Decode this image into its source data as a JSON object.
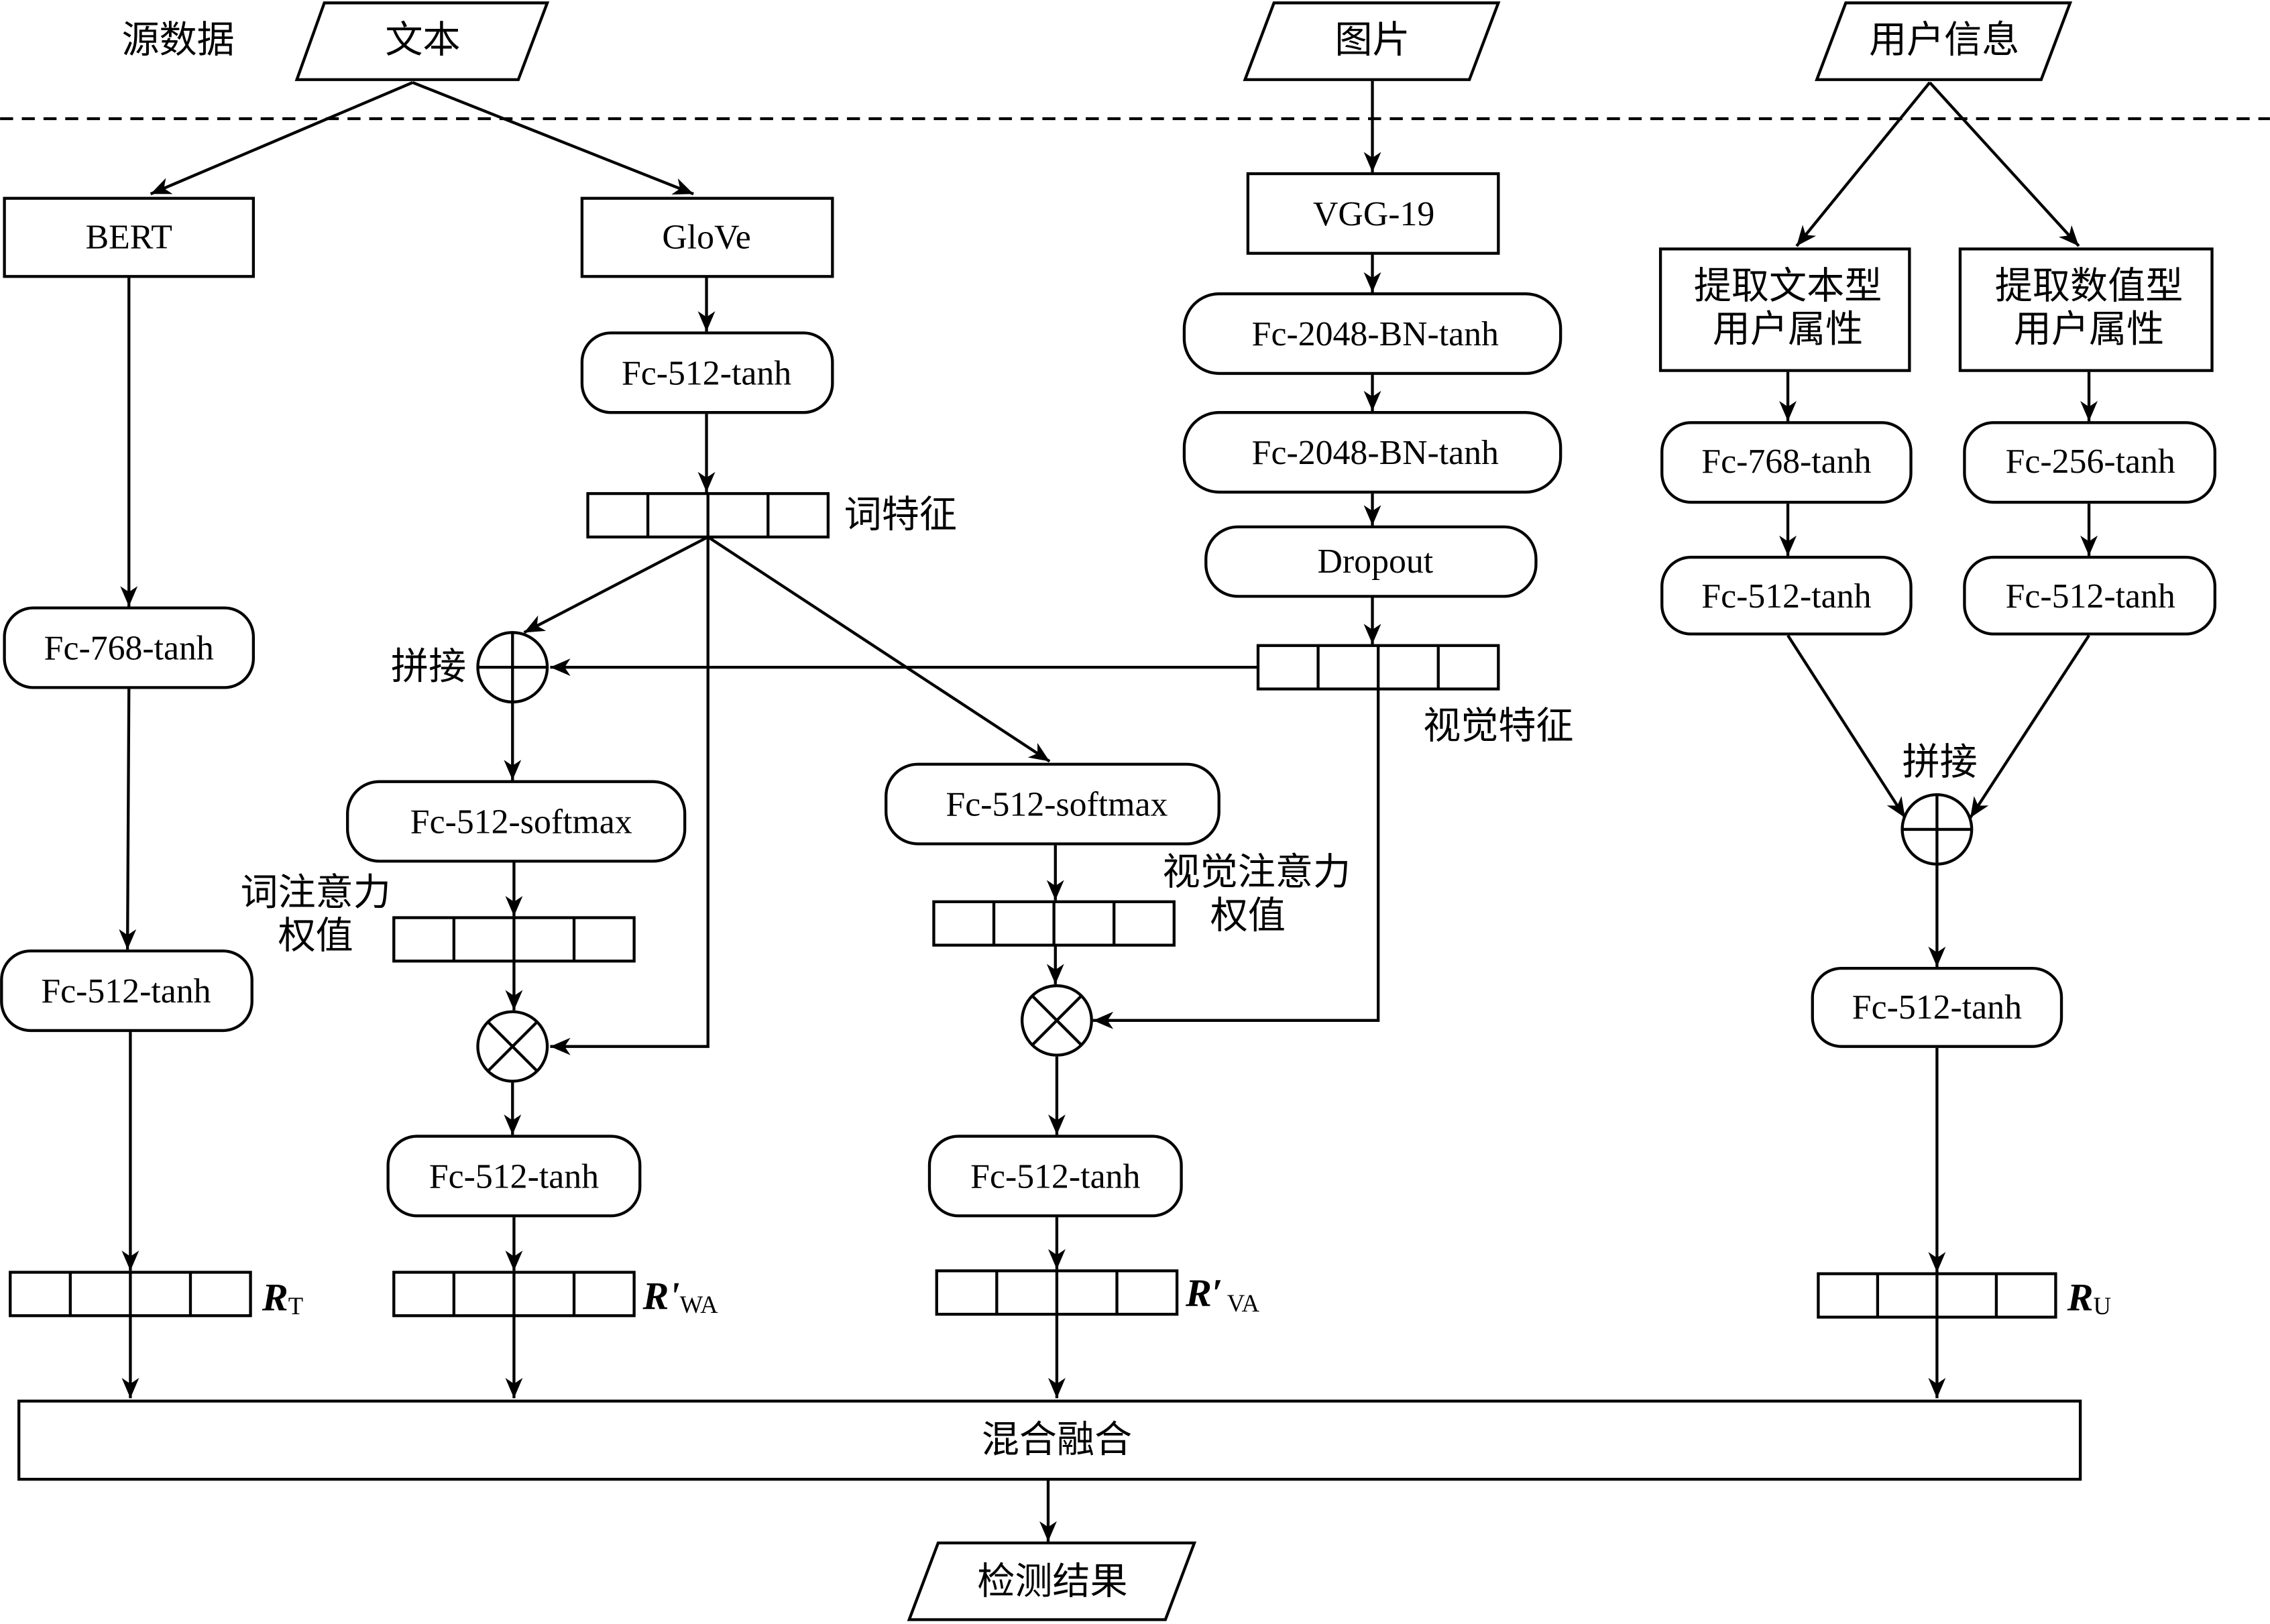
{
  "header": {
    "source_label": "源数据",
    "text_input": "文本",
    "image_input": "图片",
    "user_input": "用户信息"
  },
  "text_bert_branch": {
    "encoder": "BERT",
    "fc1": "Fc-768-tanh",
    "fc2": "Fc-512-tanh",
    "output_symbol": "R",
    "output_subscript": "T"
  },
  "text_glove_branch": {
    "encoder": "GloVe",
    "fc": "Fc-512-tanh",
    "word_feature_label": "词特征",
    "concat_label": "拼接",
    "attention_fc": "Fc-512-softmax",
    "attention_weight_label": [
      "词注意力",
      "权值"
    ],
    "output_fc": "Fc-512-tanh",
    "output_symbol": "R'",
    "output_subscript": "WA"
  },
  "image_branch": {
    "encoder": "VGG-19",
    "fc1": "Fc-2048-BN-tanh",
    "fc2": "Fc-2048-BN-tanh",
    "dropout": "Dropout",
    "visual_feature_label": "视觉特征",
    "attention_fc": "Fc-512-softmax",
    "attention_weight_label": [
      "视觉注意力",
      "权值"
    ],
    "output_fc": "Fc-512-tanh",
    "output_symbol": "R′",
    "output_subscript": "VA"
  },
  "user_branch": {
    "text_attr_extract": [
      "提取文本型",
      "用户属性"
    ],
    "numeric_attr_extract": [
      "提取数值型",
      "用户属性"
    ],
    "text_fc1": "Fc-768-tanh",
    "text_fc2": "Fc-512-tanh",
    "numeric_fc1": "Fc-256-tanh",
    "numeric_fc2": "Fc-512-tanh",
    "concat_label": "拼接",
    "fc": "Fc-512-tanh",
    "output_symbol": "R",
    "output_subscript": "U"
  },
  "fusion": {
    "label": "混合融合",
    "result": "检测结果"
  },
  "icons": {
    "concat_operator": "circle-plus-icon",
    "multiply_operator": "circle-times-icon",
    "flow_arrow": "arrow-icon"
  },
  "colors": {
    "stroke": "#000000",
    "background": "#ffffff"
  }
}
